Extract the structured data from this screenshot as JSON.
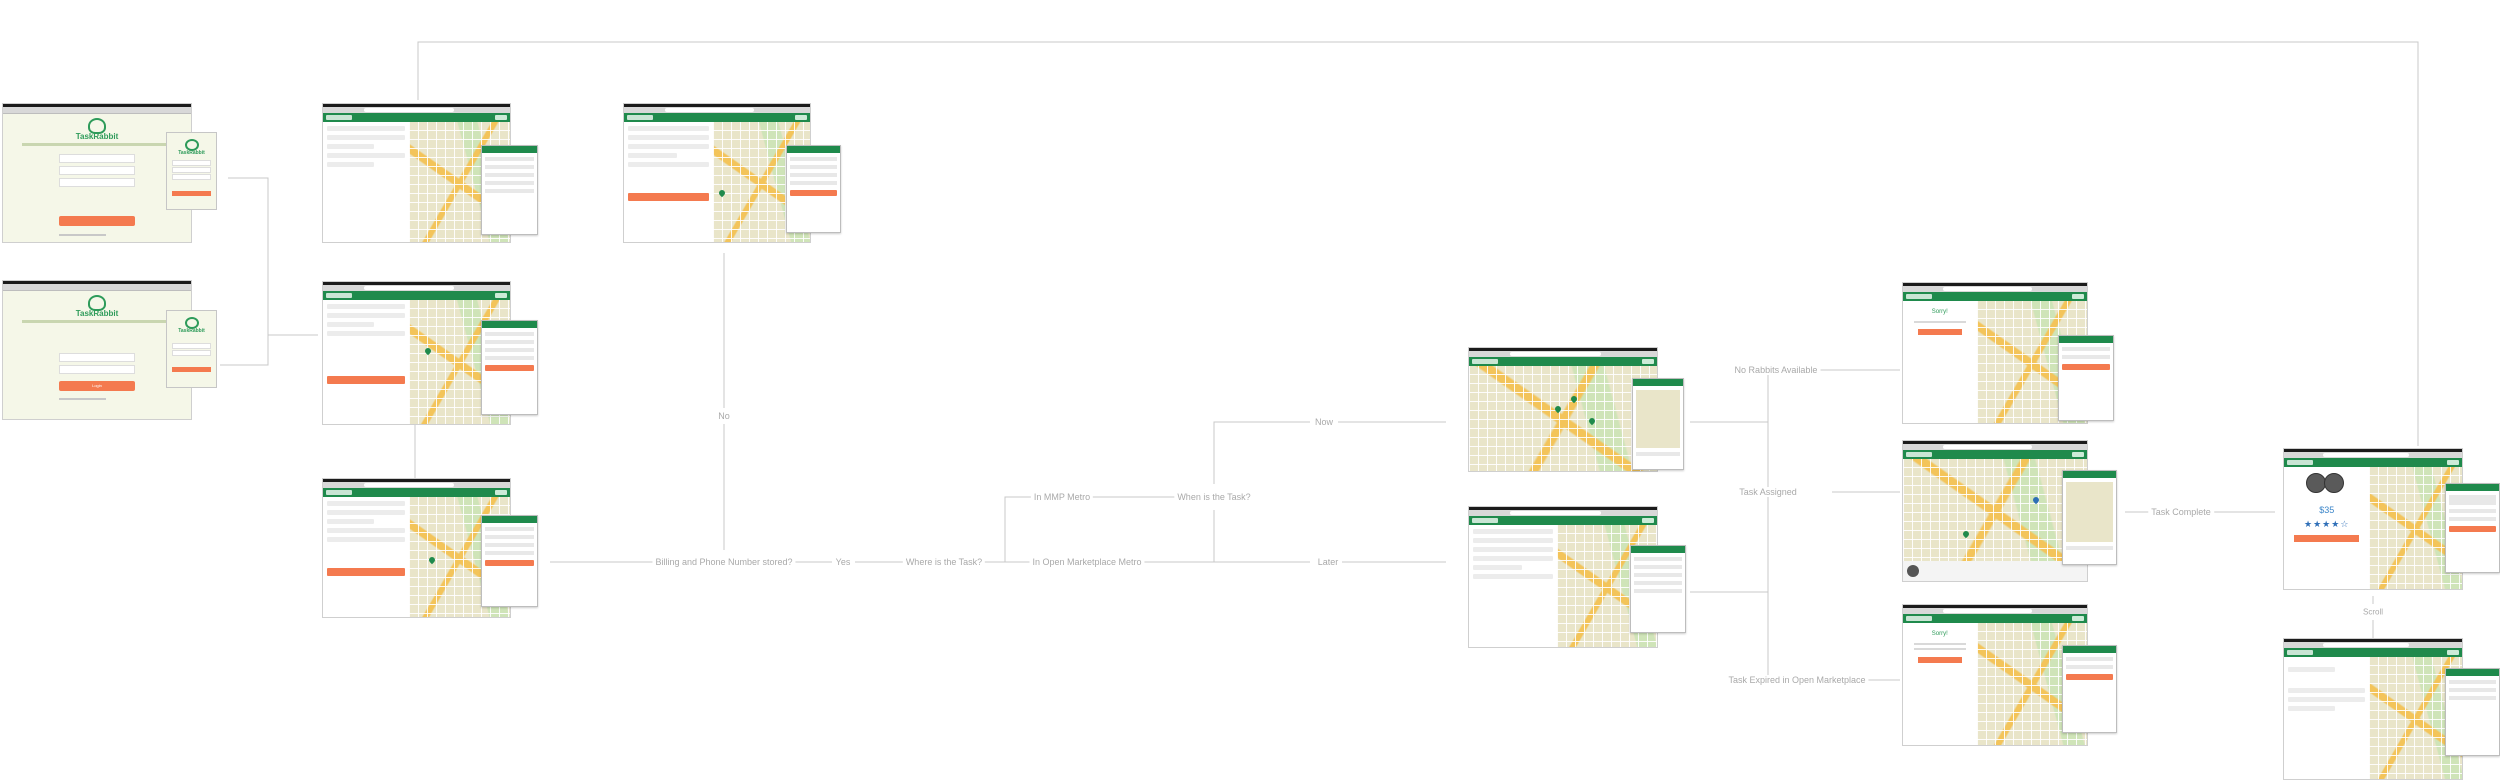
{
  "diagram": {
    "labels": {
      "no": "No",
      "billing": "Billing and Phone Number stored?",
      "yes": "Yes",
      "where": "Where is the Task?",
      "in_mmp": "In MMP Metro",
      "in_open": "In Open Marketplace Metro",
      "when": "When is the Task?",
      "now": "Now",
      "later": "Later",
      "no_rabbits": "No Rabbits Available",
      "task_assigned": "Task Assigned",
      "task_expired": "Task Expired in Open Marketplace",
      "task_complete": "Task Complete",
      "scroll": "Scroll"
    },
    "screens": {
      "brand": "TaskRabbit",
      "login_label": "Login",
      "sorry_text": "Sorry!",
      "price": "$35",
      "stars": "★★★★☆"
    }
  },
  "colors": {
    "connector": "#c8c8c8",
    "label": "#a9a9a9",
    "brand_green": "#1f8a4c",
    "accent_orange": "#f47a4f",
    "rating_blue": "#2f6fb8"
  }
}
